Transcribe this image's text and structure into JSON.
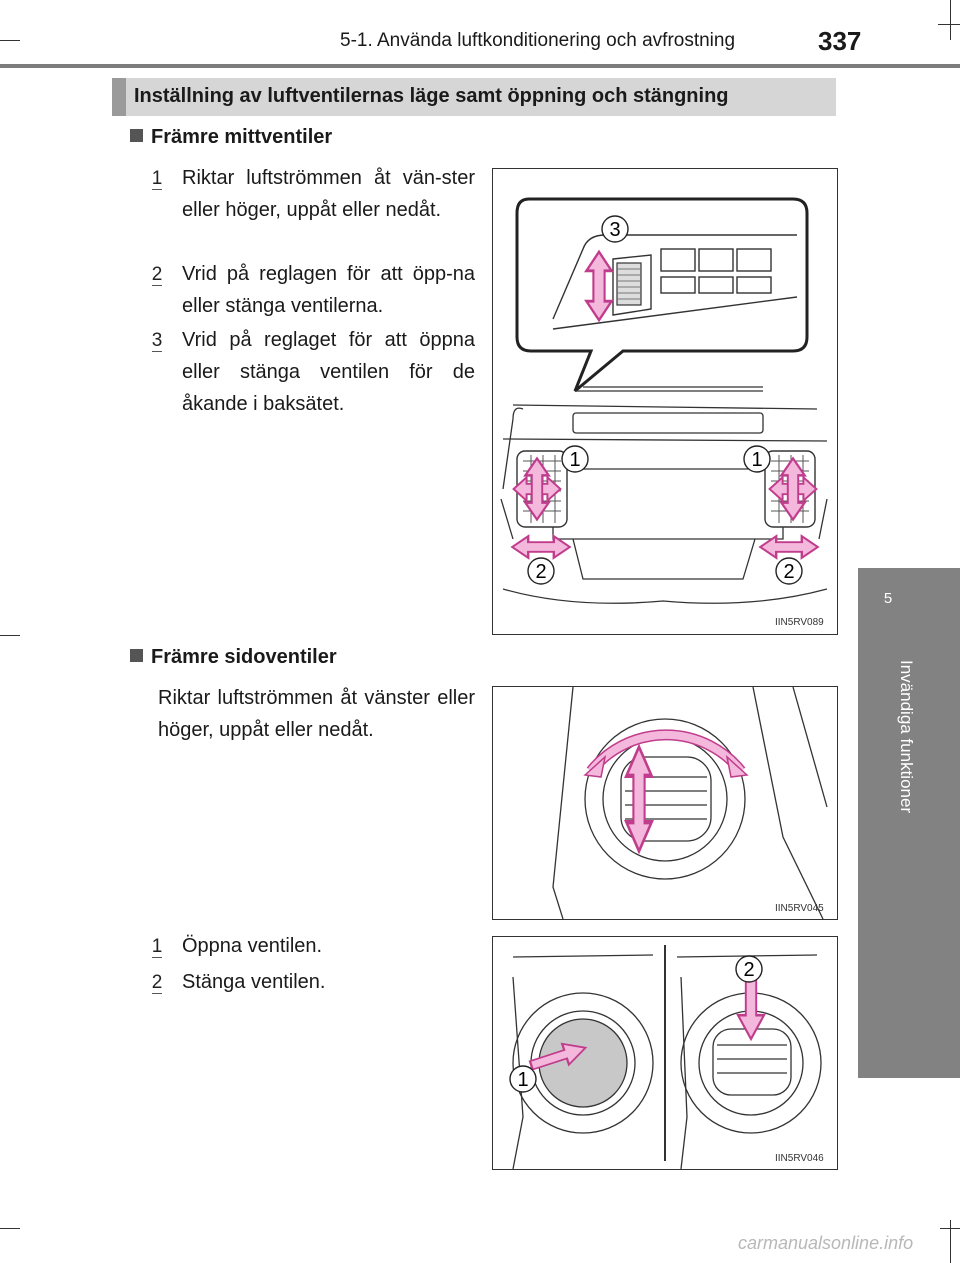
{
  "header": {
    "section_title": "5-1. Använda luftkonditionering och avfrostning",
    "page_number": "337"
  },
  "side_tab": {
    "chapter_number": "5",
    "chapter_title": "Invändiga funktioner"
  },
  "section": {
    "title": "Inställning av luftventilernas läge samt öppning och stängning"
  },
  "front_center": {
    "title": "Främre mittventiler",
    "items": [
      {
        "num": "1",
        "text": "Riktar luftströmmen åt vän-ster eller höger, uppåt eller nedåt."
      },
      {
        "num": "2",
        "text": "Vrid på reglagen för att öpp-na eller stänga ventilerna."
      },
      {
        "num": "3",
        "text": "Vrid på reglaget för att öppna eller stänga ventilen för de åkande i baksätet."
      }
    ],
    "figure": {
      "code": "IIN5RV089",
      "callouts": [
        "3",
        "1",
        "1",
        "2",
        "2"
      ]
    }
  },
  "front_side": {
    "title": "Främre sidoventiler",
    "description": "Riktar luftströmmen åt vänster eller höger, uppåt eller nedåt.",
    "figure1": {
      "code": "IIN5RV045"
    },
    "items": [
      {
        "num": "1",
        "text": "Öppna ventilen."
      },
      {
        "num": "2",
        "text": "Stänga ventilen."
      }
    ],
    "figure2": {
      "code": "IIN5RV046",
      "callouts": [
        "2",
        "1"
      ]
    }
  },
  "footer": {
    "watermark": "carmanualsonline.info"
  },
  "colors": {
    "arrow_fill": "#f4b8dc",
    "arrow_stroke": "#c03c8c",
    "tab_gray": "#828282",
    "rule_gray": "#7d7d7d"
  }
}
